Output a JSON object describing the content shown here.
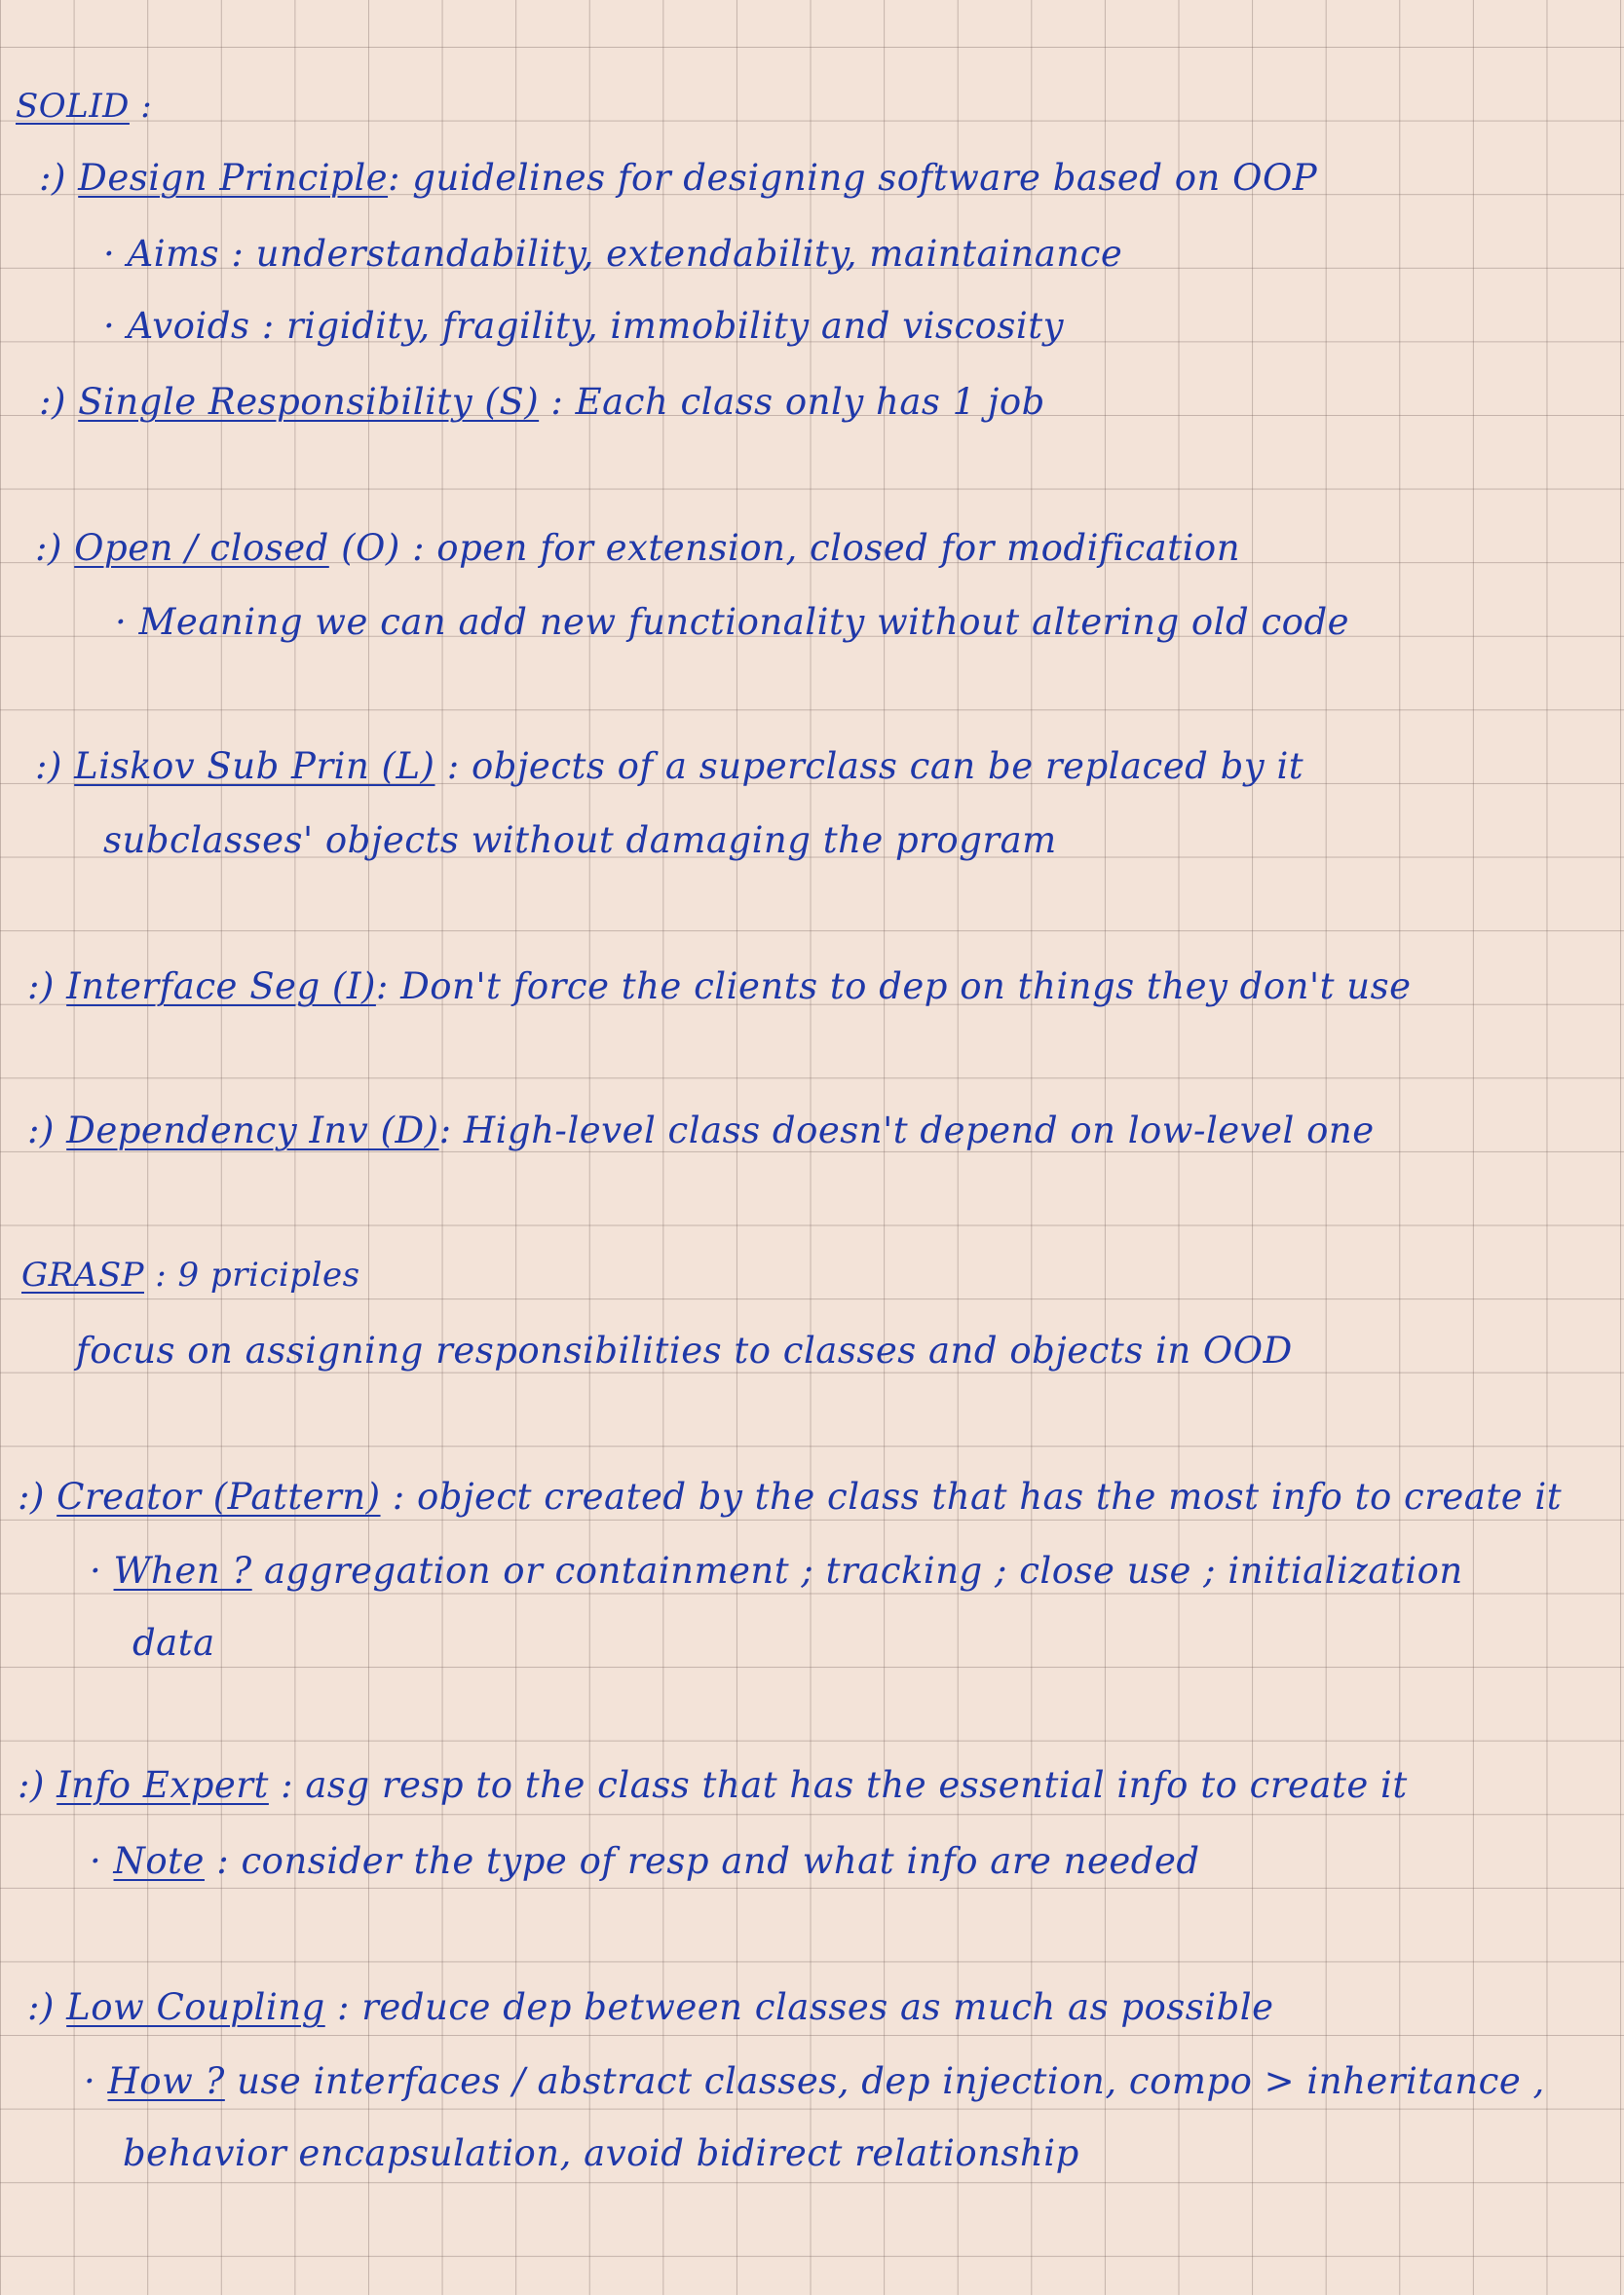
{
  "solid": {
    "heading": "SOLID",
    "heading_colon": ":",
    "design": {
      "bullet": ":)",
      "term": "Design Principle",
      "text": ": guidelines for designing software based on OOP",
      "aims_bullet": "·",
      "aims_label": "Aims :",
      "aims_text": "understandability, extendability, maintainance",
      "avoids_bullet": "·",
      "avoids_label": "Avoids :",
      "avoids_text": "rigidity, fragility, immobility and viscosity"
    },
    "s": {
      "bullet": ":)",
      "term": "Single Responsibility (S)",
      "text": ": Each class only has 1 job"
    },
    "o": {
      "bullet": ":)",
      "term": "Open / closed",
      "code": "(O)",
      "text": ": open for extension, closed for modification",
      "note_bullet": "·",
      "note": "Meaning we can add new functionality without altering old code"
    },
    "l": {
      "bullet": ":)",
      "term": "Liskov Sub Prin (L)",
      "text": ": objects of a superclass can be replaced by it",
      "text2": "subclasses' objects without damaging the program"
    },
    "i": {
      "bullet": ":)",
      "term": "Interface Seg (I)",
      "text": ": Don't force the clients to dep on things they don't use"
    },
    "d": {
      "bullet": ":)",
      "term": "Dependency Inv (D)",
      "text": ": High-level class doesn't depend on low-level one"
    }
  },
  "grasp": {
    "heading": "GRASP",
    "text": ": 9 priciples",
    "focus": "focus on assigning responsibilities to classes and objects in OOD",
    "creator": {
      "bullet": ":)",
      "term": "Creator (Pattern)",
      "text": ": object created by the class that has the most info to create it",
      "when_bullet": "·",
      "when_label": "When ?",
      "when_text": "aggregation or containment ; tracking ; close use ; initialization",
      "when_text2": "data"
    },
    "expert": {
      "bullet": ":)",
      "term": "Info Expert",
      "text": ": asg resp to the class that has the essential info to create it",
      "note_bullet": "·",
      "note_label": "Note",
      "note_text": ": consider the type of resp and what info are needed"
    },
    "coupling": {
      "bullet": ":)",
      "term": "Low Coupling",
      "text": ": reduce dep between classes as much as possible",
      "how_bullet": "·",
      "how_label": "How ?",
      "how_text": "use interfaces / abstract classes, dep injection, compo > inheritance ,",
      "how_text2": "behavior encapsulation, avoid bidirect relationship"
    }
  }
}
